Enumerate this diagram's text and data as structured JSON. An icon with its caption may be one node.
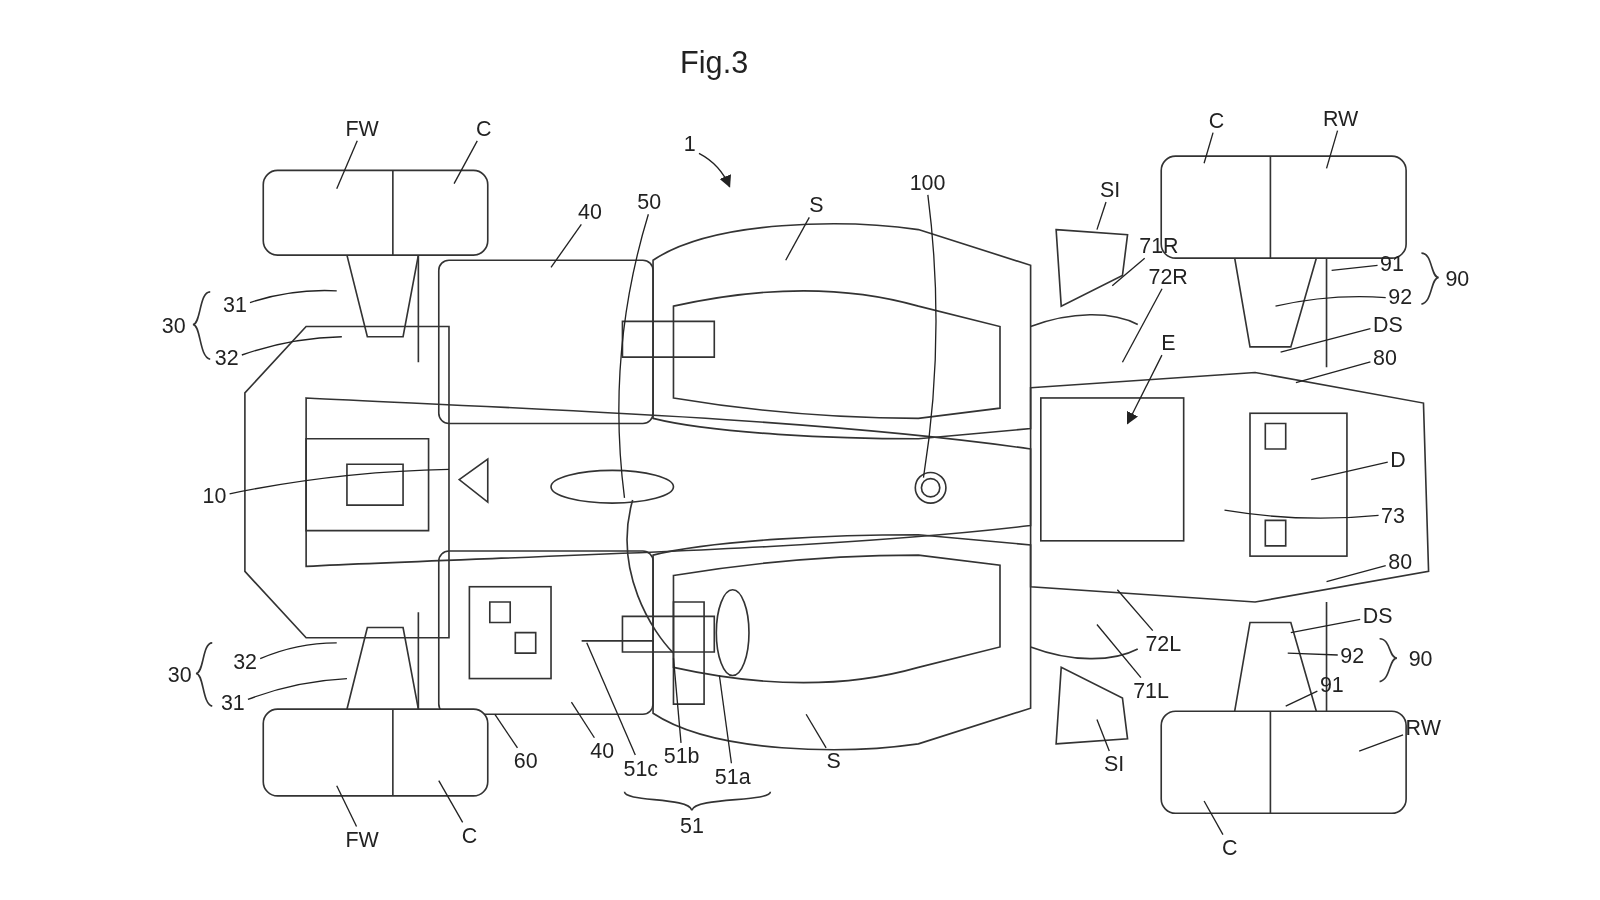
{
  "diagram": {
    "title": "Fig.3",
    "nodes": [
      {
        "text": [
          "FW"
        ]
      },
      {
        "text": [
          "C"
        ]
      },
      {
        "text": [
          "1"
        ]
      },
      {
        "text": [
          "40"
        ]
      },
      {
        "text": [
          "50"
        ]
      },
      {
        "text": [
          "S"
        ]
      },
      {
        "text": [
          "100"
        ]
      },
      {
        "text": [
          "SI"
        ]
      },
      {
        "text": [
          "C"
        ]
      },
      {
        "text": [
          "RW"
        ]
      },
      {
        "text": [
          "91"
        ]
      },
      {
        "text": [
          "92"
        ]
      },
      {
        "text": [
          "71R"
        ]
      },
      {
        "text": [
          "72R"
        ]
      },
      {
        "text": [
          "E"
        ]
      },
      {
        "text": [
          "DS"
        ]
      },
      {
        "text": [
          "80"
        ]
      },
      {
        "text": [
          "31"
        ]
      },
      {
        "text": [
          "32"
        ]
      },
      {
        "text": [
          "10"
        ]
      },
      {
        "text": [
          "D"
        ]
      },
      {
        "text": [
          "73"
        ]
      },
      {
        "text": [
          "80"
        ]
      },
      {
        "text": [
          "DS"
        ]
      },
      {
        "text": [
          "92"
        ]
      },
      {
        "text": [
          "91"
        ]
      },
      {
        "text": [
          "72L"
        ]
      },
      {
        "text": [
          "71L"
        ]
      },
      {
        "text": [
          "32"
        ]
      },
      {
        "text": [
          "31"
        ]
      },
      {
        "text": [
          "RW"
        ]
      },
      {
        "text": [
          "60"
        ]
      },
      {
        "text": [
          "40"
        ]
      },
      {
        "text": [
          "51c"
        ]
      },
      {
        "text": [
          "51b"
        ]
      },
      {
        "text": [
          "51a"
        ]
      },
      {
        "text": [
          "S"
        ]
      },
      {
        "text": [
          "SI"
        ]
      },
      {
        "text": [
          "FW"
        ]
      },
      {
        "text": [
          "C"
        ]
      },
      {
        "text": [
          "C"
        ]
      }
    ],
    "edges": [
      {
        "from": 0,
        "to": null,
        "arrow": "none"
      },
      {
        "from": 1,
        "to": null,
        "arrow": "none"
      },
      {
        "from": 2,
        "to": null,
        "arrow": "to"
      },
      {
        "from": 3,
        "to": null,
        "arrow": "none"
      },
      {
        "from": 4,
        "to": null,
        "arrow": "none"
      },
      {
        "from": 5,
        "to": null,
        "arrow": "none"
      },
      {
        "from": 6,
        "to": null,
        "arrow": "none"
      },
      {
        "from": 7,
        "to": null,
        "arrow": "none"
      },
      {
        "from": 8,
        "to": null,
        "arrow": "none"
      },
      {
        "from": 9,
        "to": null,
        "arrow": "none"
      },
      {
        "from": 10,
        "to": null,
        "arrow": "none"
      },
      {
        "from": 11,
        "to": null,
        "arrow": "none"
      },
      {
        "from": 12,
        "to": null,
        "arrow": "none"
      },
      {
        "from": 13,
        "to": null,
        "arrow": "none"
      },
      {
        "from": 14,
        "to": null,
        "arrow": "to"
      },
      {
        "from": 15,
        "to": null,
        "arrow": "none"
      },
      {
        "from": 16,
        "to": null,
        "arrow": "none"
      },
      {
        "from": 17,
        "to": null,
        "arrow": "none"
      },
      {
        "from": 18,
        "to": null,
        "arrow": "none"
      },
      {
        "from": 19,
        "to": null,
        "arrow": "none"
      },
      {
        "from": 20,
        "to": null,
        "arrow": "none"
      },
      {
        "from": 21,
        "to": null,
        "arrow": "none"
      },
      {
        "from": 22,
        "to": null,
        "arrow": "none"
      },
      {
        "from": 23,
        "to": null,
        "arrow": "none"
      },
      {
        "from": 24,
        "to": null,
        "arrow": "none"
      },
      {
        "from": 25,
        "to": null,
        "arrow": "none"
      },
      {
        "from": 26,
        "to": null,
        "arrow": "none"
      },
      {
        "from": 27,
        "to": null,
        "arrow": "none"
      },
      {
        "from": 28,
        "to": null,
        "arrow": "none"
      },
      {
        "from": 29,
        "to": null,
        "arrow": "none"
      },
      {
        "from": 30,
        "to": null,
        "arrow": "none"
      },
      {
        "from": 31,
        "to": null,
        "arrow": "none"
      },
      {
        "from": 32,
        "to": null,
        "arrow": "none"
      },
      {
        "from": 33,
        "to": null,
        "arrow": "none"
      },
      {
        "from": 34,
        "to": null,
        "arrow": "none"
      },
      {
        "from": 35,
        "to": null,
        "arrow": "none"
      },
      {
        "from": 36,
        "to": null,
        "arrow": "none"
      },
      {
        "from": 37,
        "to": null,
        "arrow": "none"
      },
      {
        "from": 38,
        "to": null,
        "arrow": "none"
      },
      {
        "from": 39,
        "to": null,
        "arrow": "none"
      },
      {
        "from": 40,
        "to": null,
        "arrow": "none"
      }
    ],
    "labels": [
      "90",
      "30",
      "90",
      "30",
      "51"
    ]
  }
}
